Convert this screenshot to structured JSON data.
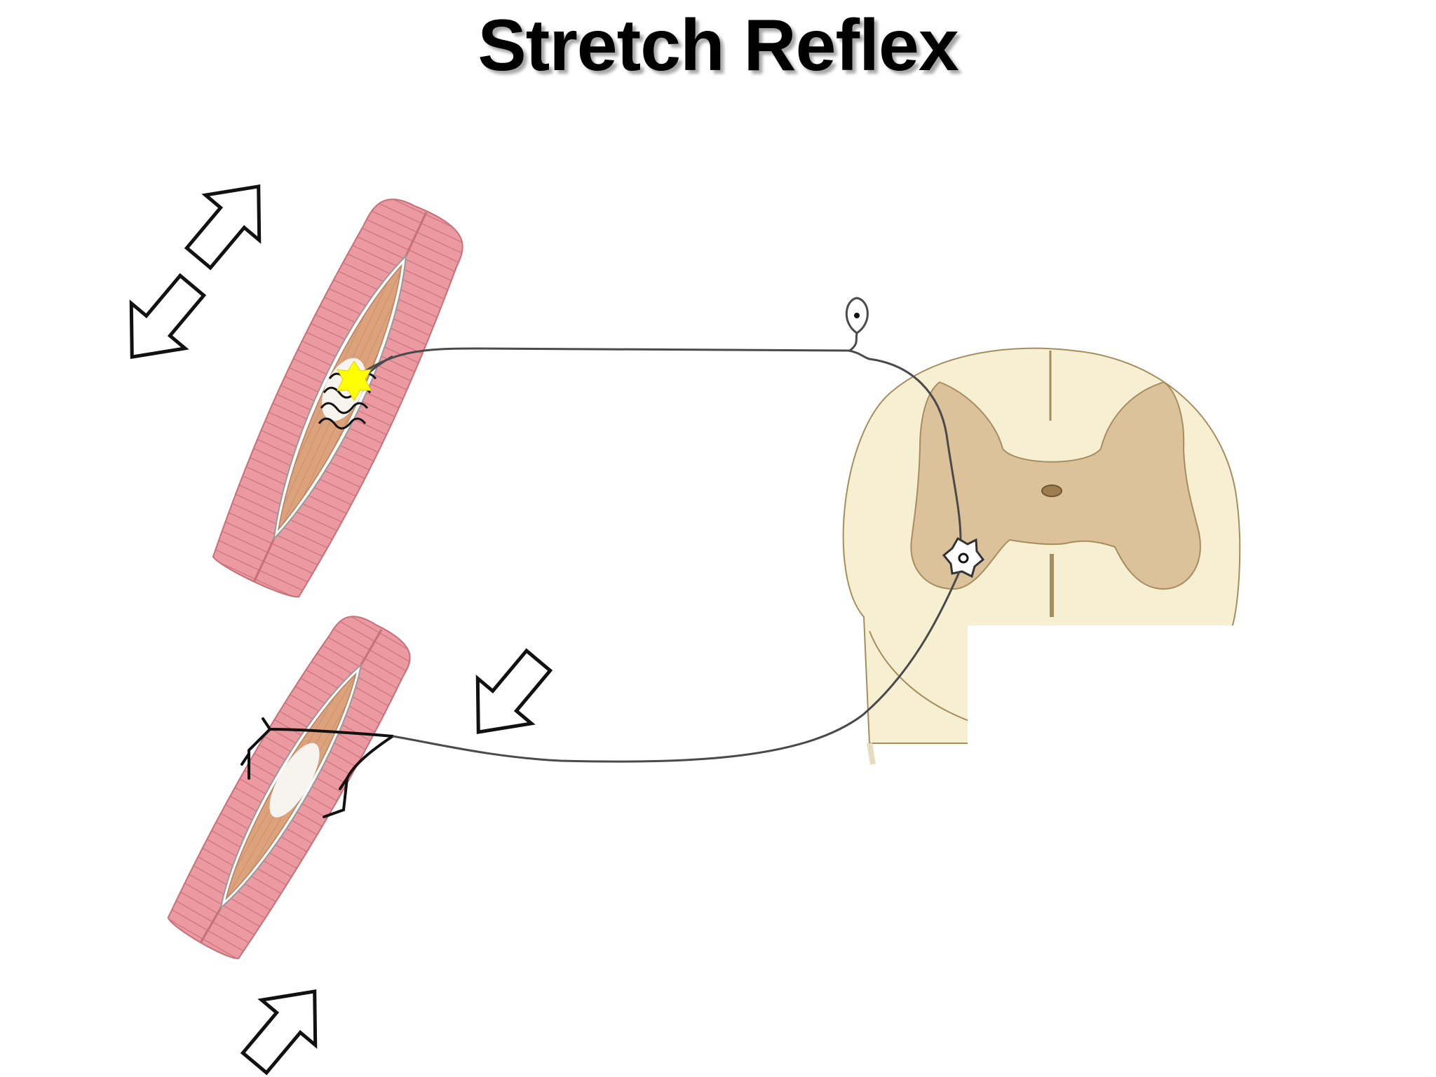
{
  "slide": {
    "title": "Stretch Reflex"
  },
  "colors": {
    "muscle_outer": "#e98f98",
    "muscle_band": "#f5b9bd",
    "muscle_inner": "#dca47f",
    "spindle": "#c79a78",
    "cord_white_matter": "#f6efd2",
    "cord_gray_matter": "#dcc29a",
    "nerve": "#4a4a4a",
    "stimulus_star": "#ffff00",
    "arrow_fill": "#ffffff",
    "arrow_stroke": "#111111"
  },
  "icons": {
    "stretch_arrows": "double-headed-outline-arrow",
    "stimulus": "yellow-star",
    "sensory_neuron_cell_body": "teardrop-cell-body",
    "motor_neuron_cell_body": "star-cell-body",
    "contraction_arrows": "outline-arrow-pointing-inward"
  }
}
